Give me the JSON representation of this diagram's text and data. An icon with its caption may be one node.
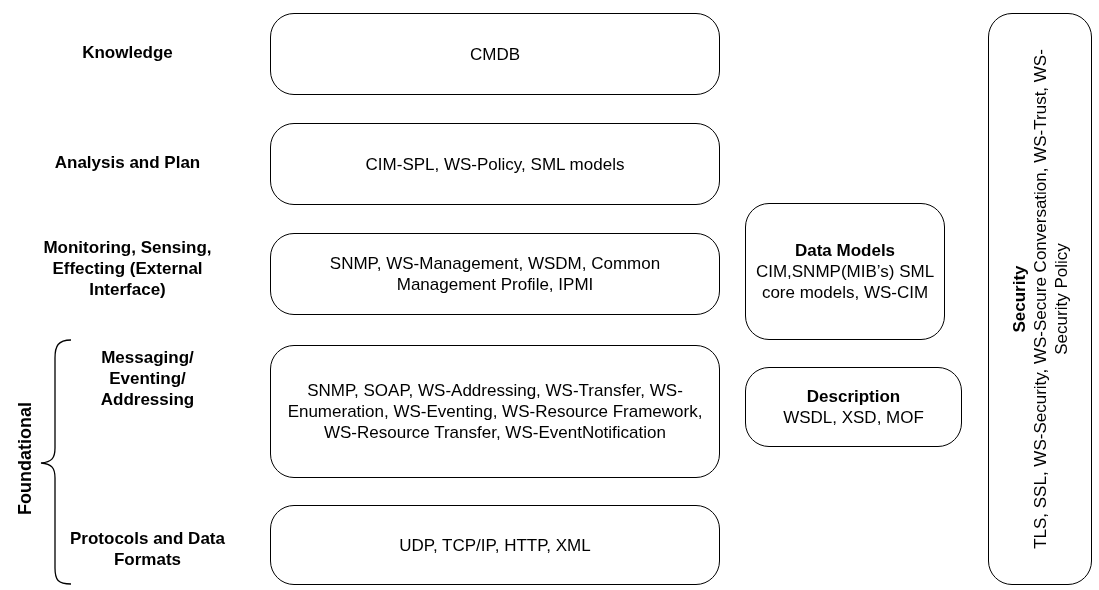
{
  "diagram": {
    "nodes": [
      {
        "text": [
          "CMDB"
        ]
      },
      {
        "text": [
          "CIM-SPL, WS-Policy, SML models"
        ]
      },
      {
        "text": [
          "SNMP, WS-Management, WSDM, Common Management Profile, IPMI"
        ]
      },
      {
        "text": [
          "SNMP, SOAP, WS-Addressing, WS-Transfer, WS-Enumeration, WS-Eventing, WS-Resource Framework, WS-Resource Transfer, WS-EventNotification"
        ]
      },
      {
        "text": [
          "UDP, TCP/IP, HTTP, XML"
        ]
      },
      {
        "text": [
          "Data Models",
          "CIM,SNMP(MIB’s) SML core models, WS-CIM"
        ]
      },
      {
        "text": [
          "Description",
          "WSDL, XSD, MOF"
        ]
      },
      {
        "text": [
          "Security",
          "TLS, SSL, WS-Security, WS-Secure Conversation, WS-Trust, WS-Security Policy"
        ]
      }
    ],
    "edges": [],
    "labels": [
      "Knowledge",
      "Analysis and Plan",
      "Monitoring, Sensing, Effecting (External Interface)",
      "Messaging/ Eventing/ Addressing",
      "Foundational",
      "Protocols and Data Formats"
    ]
  }
}
